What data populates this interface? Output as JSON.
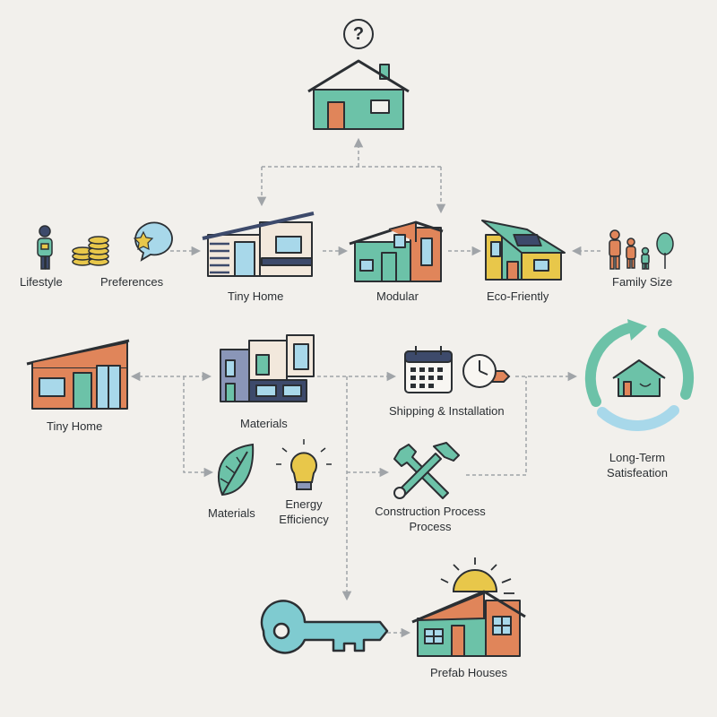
{
  "diagram": {
    "top": {
      "question_mark": "?"
    },
    "row1": {
      "lifestyle": "Lifestyle",
      "preferences": "Preferences",
      "tiny_home": "Tiny Home",
      "modular": "Modular",
      "eco_friendly": "Eco-Friently",
      "family_size": "Family Size"
    },
    "row2": {
      "tiny_home": "Tiny Home",
      "materials": "Materials",
      "shipping": "Shipping & Installation",
      "long_term": "Long-Term Satisfeation"
    },
    "row3": {
      "materials": "Materials",
      "energy": "Energy Efficiency",
      "construction": "Construction Process Process"
    },
    "bottom": {
      "prefab": "Prefab Houses"
    }
  },
  "colors": {
    "teal": "#6cc2a8",
    "orange": "#e0855a",
    "navy": "#3d4a6b",
    "yellow": "#e8c74a",
    "arrow": "#a0a4a8",
    "outline": "#2b2f33"
  }
}
